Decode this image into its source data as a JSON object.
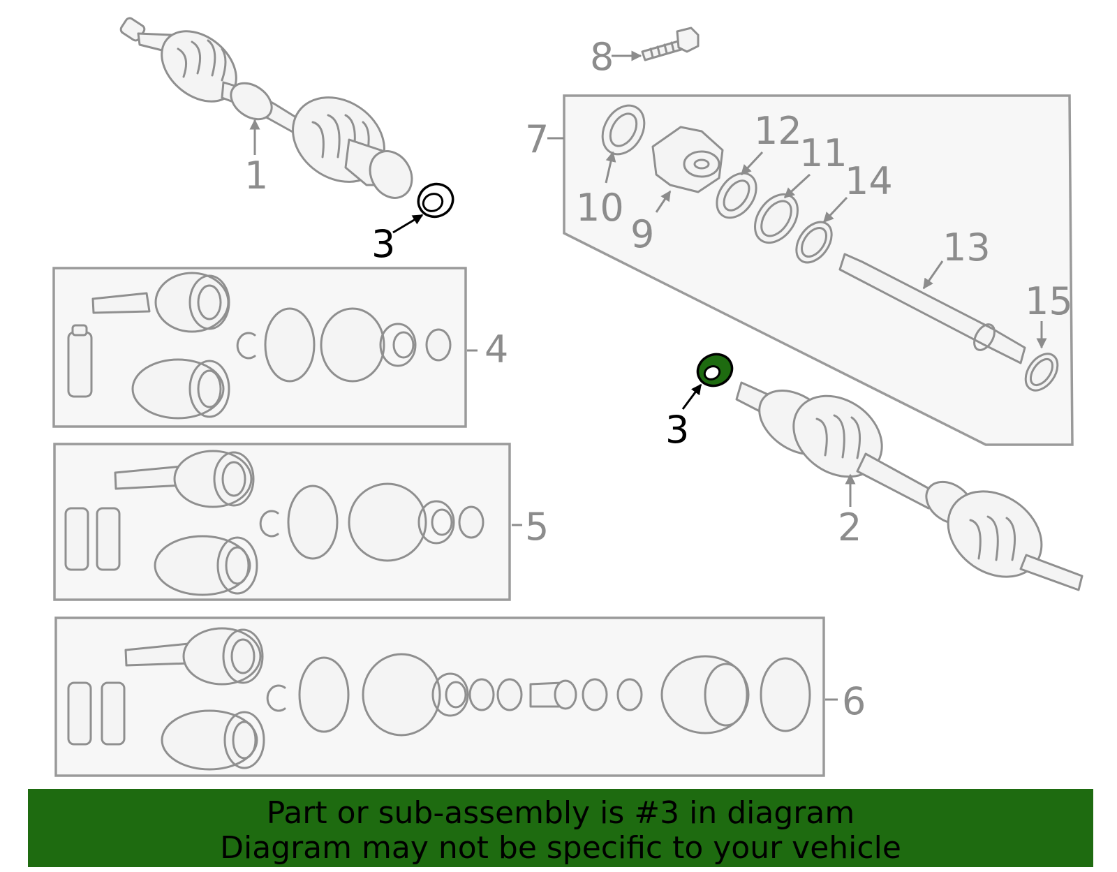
{
  "labels": {
    "part_1": "1",
    "part_2": "2",
    "part_3_upper": "3",
    "part_3_lower": "3",
    "part_4": "4",
    "part_5": "5",
    "part_6": "6",
    "part_7": "7",
    "part_8": "8",
    "part_9": "9",
    "part_10": "10",
    "part_11": "11",
    "part_12": "12",
    "part_13": "13",
    "part_14": "14",
    "part_15": "15"
  },
  "highlight": {
    "part": "3",
    "color": "#1e6b10"
  },
  "banner": {
    "line1": "Part or sub-assembly is #3 in diagram",
    "line2": "Diagram may not be specific to your vehicle",
    "background": "#1e6b10"
  }
}
